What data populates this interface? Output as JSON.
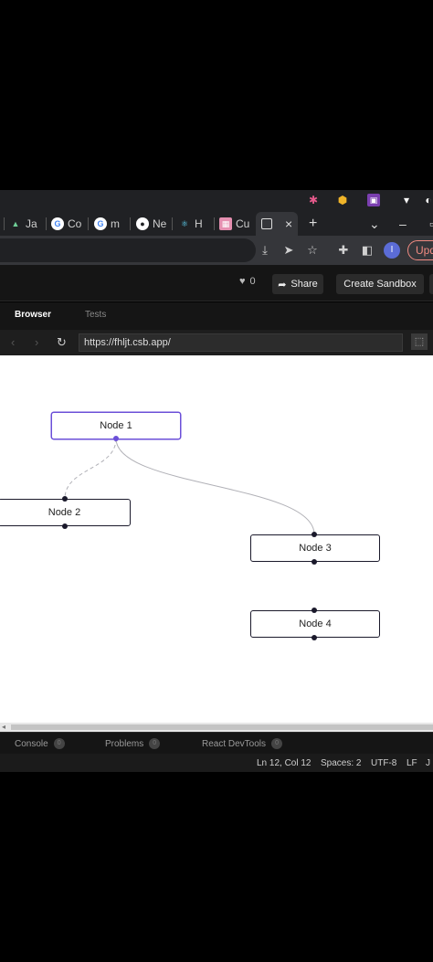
{
  "tabs": [
    {
      "label": "Ja",
      "icon": "vercel-icon"
    },
    {
      "label": "Co",
      "icon": "google-icon"
    },
    {
      "label": "m",
      "icon": "google-icon"
    },
    {
      "label": "Ne",
      "icon": "github-icon"
    },
    {
      "label": "H",
      "icon": "react-icon"
    },
    {
      "label": "Cu",
      "icon": "checker-icon"
    }
  ],
  "active_tab": {
    "close": "×"
  },
  "new_tab": "+",
  "window": {
    "chevron": "⌄",
    "minimize": "–"
  },
  "toolbar": {
    "update_label": "Upd",
    "avatar_letter": "I"
  },
  "csb": {
    "likes": "0",
    "share_label": "Share",
    "create_label": "Create Sandbox"
  },
  "preview_tabs": {
    "browser": "Browser",
    "tests": "Tests"
  },
  "url": "https://fhljt.csb.app/",
  "nodes": {
    "node1": "Node 1",
    "node2": "Node 2",
    "node3": "Node 3",
    "node4": "Node 4"
  },
  "devtools": [
    {
      "label": "Console",
      "badge": "0"
    },
    {
      "label": "Problems",
      "badge": "0"
    },
    {
      "label": "React DevTools",
      "badge": "0"
    }
  ],
  "status": {
    "cursor": "Ln 12, Col 12",
    "spaces": "Spaces: 2",
    "encoding": "UTF-8",
    "eol": "LF",
    "lang": "J"
  },
  "colors": {
    "selected_node": "#6b4fd8",
    "edge": "#b1b1b7",
    "update_accent": "#f28b82"
  }
}
